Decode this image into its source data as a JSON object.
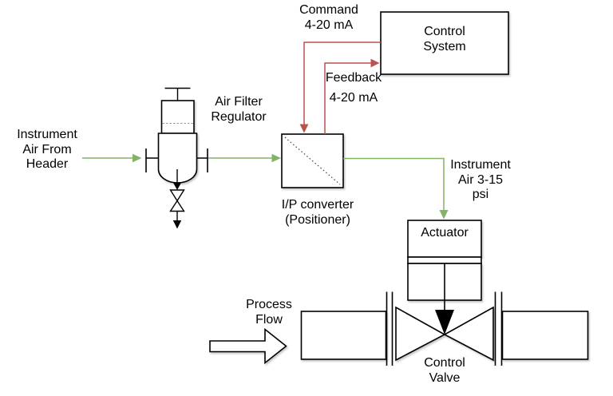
{
  "colors": {
    "line-green": "#82b366",
    "line-red": "#b85450",
    "shape-stroke": "#000000",
    "background": "#ffffff",
    "text": "#000000"
  },
  "diagram": {
    "labels": {
      "instrument_air_header": "Instrument\nAir From\nHeader",
      "air_filter_regulator": "Air Filter\nRegulator",
      "command_signal": "Command\n4-20 mA",
      "control_system": "Control\nSystem",
      "feedback_signal": "Feedback\n4-20 mA",
      "ip_converter": "I/P converter\n(Positioner)",
      "instrument_air_psi": "Instrument\nAir 3-15\npsi",
      "actuator": "Actuator",
      "process_flow": "Process\nFlow",
      "control_valve": "Control\nValve"
    }
  }
}
